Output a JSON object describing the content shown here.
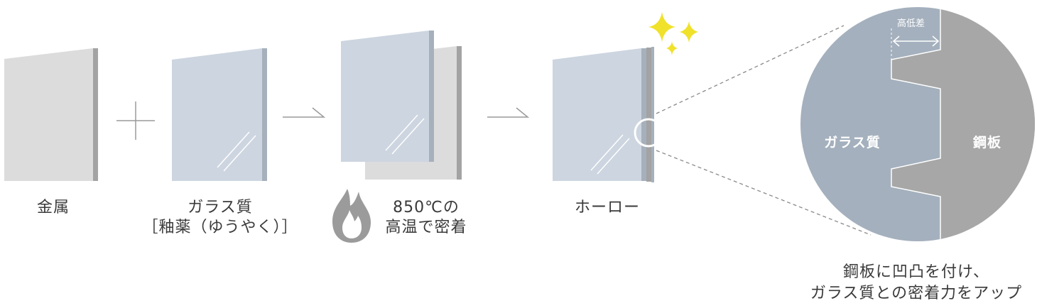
{
  "steps": [
    {
      "label": "金属"
    },
    {
      "label_line1": "ガラス質",
      "label_line2": "［釉薬（ゆうやく）］"
    },
    {
      "label_line1": "850℃の",
      "label_line2": "高温で密着"
    },
    {
      "label": "ホーロー"
    }
  ],
  "detail": {
    "left_label": "ガラス質",
    "right_label": "鋼板",
    "dimension_label": "高低差"
  },
  "caption": {
    "line1": "鋼板に凹凸を付け、",
    "line2": "ガラス質との密着力をアップ"
  },
  "colors": {
    "metal": "#dcdcdc",
    "glass": "#cdd5e0",
    "edge": "#a3a3a3",
    "glass_edge": "#a6b0bd",
    "circle_glass": "#a4b0bd",
    "circle_steel": "#a7a7a7",
    "sparkle": "#f0e12a",
    "flame": "#9b9b9b",
    "text": "#3a3a3a"
  },
  "icons": [
    "plus-icon",
    "arrow-icon",
    "flame-icon",
    "sparkle-icon",
    "magnifier-ring-icon"
  ]
}
